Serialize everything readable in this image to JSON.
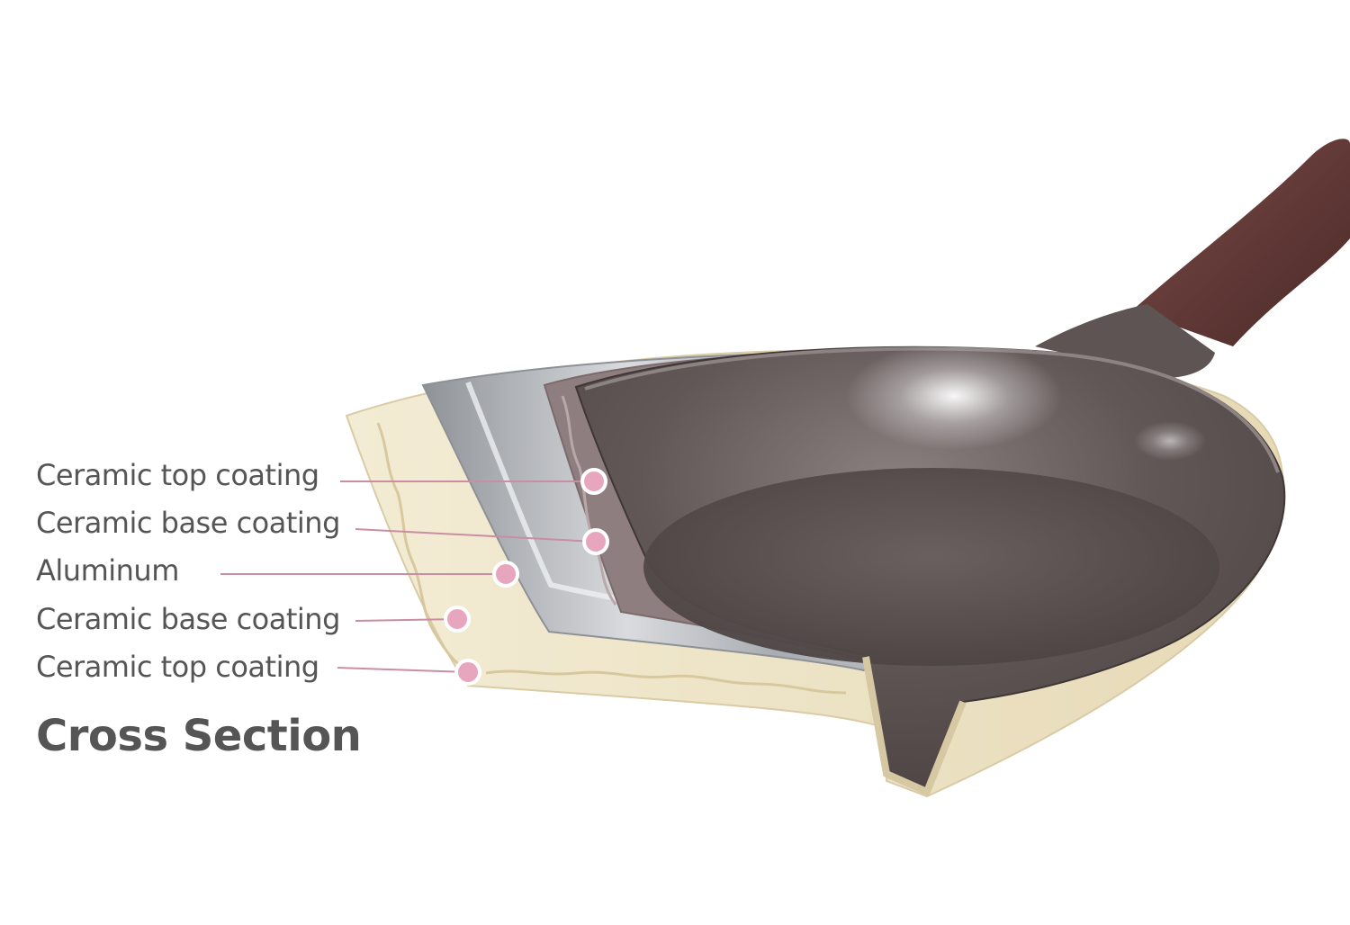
{
  "diagram": {
    "title": "Cross Section",
    "layers": [
      {
        "label": "Ceramic top coating"
      },
      {
        "label": "Ceramic base coating"
      },
      {
        "label": "Aluminum"
      },
      {
        "label": "Ceramic base coating"
      },
      {
        "label": "Ceramic top coating"
      }
    ]
  },
  "colors": {
    "marker_fill": "#e7a6bd",
    "marker_stroke": "#ffffff",
    "leader_line": "#c98ea3",
    "label_text": "#555555",
    "interior_coating": "#5b5050",
    "exterior_coating": "#eee3c4",
    "aluminum": "#b4b7bc",
    "handle": "#5a3533"
  }
}
